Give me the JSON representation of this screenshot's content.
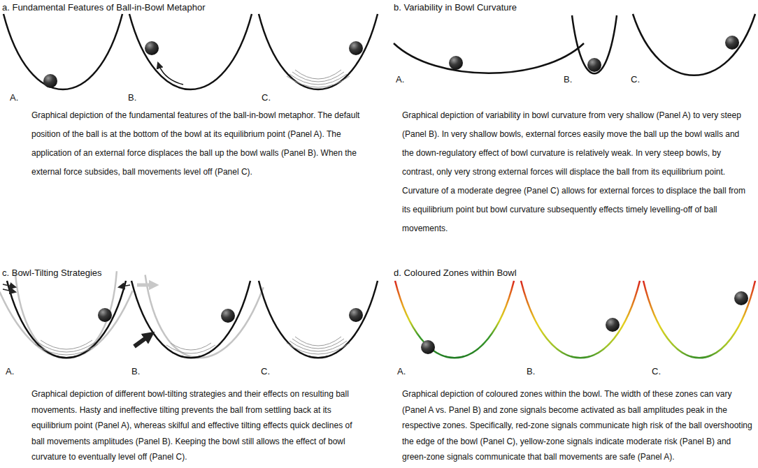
{
  "diagram": {
    "labels": [
      "a. Fundamental Features of Ball-in-Bowl Metaphor",
      "A.",
      "B.",
      "C.",
      "Graphical depiction of the fundamental features of the ball-in-bowl metaphor. The default position of the ball is at the bottom of the bowl at its equilibrium point (Panel A). The application of an external force displaces the ball up the bowl walls (Panel B). When the external force subsides, ball movements level off (Panel C).",
      "b. Variability in Bowl Curvature",
      "A.",
      "B.",
      "C.",
      "Graphical depiction of variability in bowl curvature from very shallow (Panel A) to very steep (Panel B). In very shallow bowls, external forces easily move the ball up the bowl walls and the down-regulatory effect of bowl curvature is relatively weak. In very steep bowls, by contrast, only very strong external forces will displace the ball from its equilibrium point. Curvature of a moderate degree (Panel C) allows for external forces to displace the ball from its equilibrium point but bowl curvature subsequently effects timely levelling-off of ball movements.",
      "c. Bowl-Tilting Strategies",
      "A.",
      "B.",
      "C.",
      "Graphical depiction of different bowl-tilting strategies and their effects on resulting ball movements. Hasty and ineffective tilting prevents the ball from settling back at its equilibrium point (Panel A), whereas skilful and effective tilting effects quick declines of ball movements amplitudes (Panel B). Keeping the bowl still allows the effect of bowl curvature to eventually level off (Panel C).",
      "d. Coloured Zones within Bowl",
      "A.",
      "B.",
      "C.",
      "Graphical depiction of coloured zones within the bowl. The width of these zones can vary (Panel A vs. Panel B) and zone signals become activated as ball amplitudes peak in the respective zones. Specifically, red-zone signals communicate high risk of the ball overshooting the edge of the bowl (Panel C), yellow-zone signals indicate moderate risk (Panel B) and green-zone signals communicate that ball movements are safe (Panel A)."
    ]
  }
}
